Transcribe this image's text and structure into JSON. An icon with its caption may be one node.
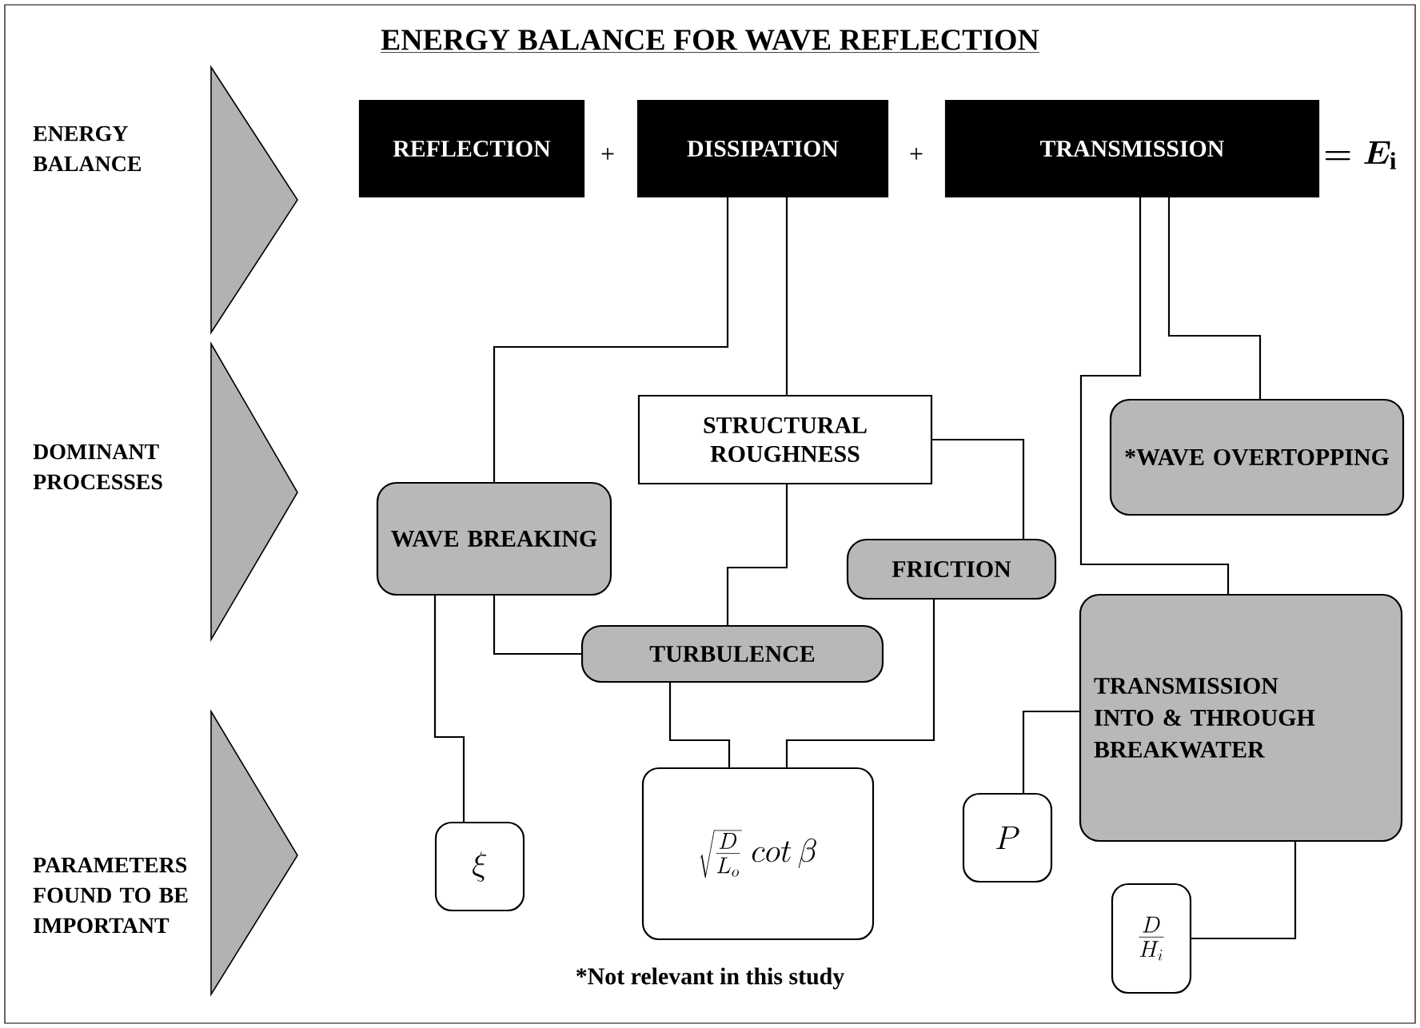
{
  "diagram": {
    "title": "ENERGY BALANCE FOR WAVE REFLECTION",
    "nodes": [
      {
        "text": [
          "REFLECTION"
        ]
      },
      {
        "text": [
          "DISSIPATION"
        ]
      },
      {
        "text": [
          "TRANSMISSION"
        ]
      },
      {
        "text": [
          "STRUCTURAL ROUGHNESS"
        ]
      },
      {
        "text": [
          "*WAVE OVERTOPPING"
        ]
      },
      {
        "text": [
          "WAVE BREAKING"
        ]
      },
      {
        "text": [
          "FRICTION"
        ]
      },
      {
        "text": [
          "TURBULENCE"
        ]
      },
      {
        "text": [
          "TRANSMISSION INTO & THROUGH BREAKWATER"
        ]
      },
      {
        "text": [
          "\\xi"
        ]
      },
      {
        "text": [
          "\\sqrt{\\frac{D}{L_o}}\\;cot\\,\\beta"
        ]
      },
      {
        "text": [
          "P"
        ]
      },
      {
        "text": [
          "\\frac{D}{H_i}"
        ]
      }
    ],
    "edges": [
      {
        "from": 1,
        "to": 5,
        "arrow": "none"
      },
      {
        "from": 1,
        "to": 3,
        "arrow": "none"
      },
      {
        "from": 2,
        "to": 8,
        "arrow": "none"
      },
      {
        "from": 2,
        "to": 4,
        "arrow": "none"
      },
      {
        "from": 3,
        "to": 6,
        "arrow": "none"
      },
      {
        "from": 3,
        "to": 7,
        "arrow": "none"
      },
      {
        "from": 5,
        "to": 7,
        "arrow": "none"
      },
      {
        "from": 5,
        "to": 9,
        "arrow": "none"
      },
      {
        "from": 7,
        "to": 10,
        "arrow": "none"
      },
      {
        "from": 6,
        "to": 10,
        "arrow": "none"
      },
      {
        "from": 8,
        "to": 11,
        "arrow": "none"
      },
      {
        "from": 8,
        "to": 12,
        "arrow": "none"
      }
    ],
    "labels": [
      "ENERGY BALANCE",
      "+",
      "+",
      "=E_{\\mathrm{i}}",
      "DOMINANT PROCESSES",
      "PARAMETERS FOUND TO BE IMPORTANT",
      "*Not relevant in this study"
    ]
  }
}
